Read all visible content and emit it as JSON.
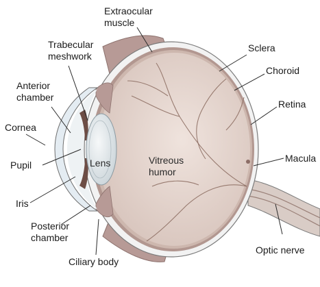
{
  "labels": {
    "extraocular_muscle": [
      "Extraocular",
      "muscle"
    ],
    "trabecular_meshwork": [
      "Trabecular",
      "meshwork"
    ],
    "anterior_chamber": [
      "Anterior",
      "chamber"
    ],
    "cornea": "Cornea",
    "pupil": "Pupil",
    "iris": "Iris",
    "posterior_chamber": [
      "Posterior",
      "chamber"
    ],
    "ciliary_body": "Ciliary body",
    "sclera": "Sclera",
    "choroid": "Choroid",
    "retina": "Retina",
    "macula": "Macula",
    "optic_nerve": "Optic nerve",
    "lens": "Lens",
    "vitreous_humor": [
      "Vitreous",
      "humor"
    ]
  },
  "colors": {
    "vitreous": "#e6d7d0",
    "choroid": "#b29790",
    "sclera": "#f2f2f2",
    "outline": "#7a7a7a",
    "cornea": "#e4ecf2",
    "lens": "#dfe6ea",
    "muscle": "#b79a96",
    "nerve": "#d9ccc6"
  }
}
